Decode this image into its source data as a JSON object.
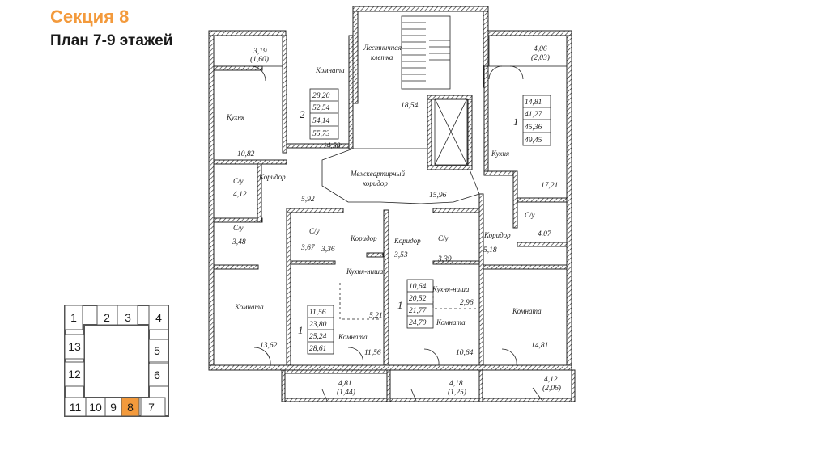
{
  "header": {
    "title": "Секция 8",
    "subtitle": "План 7-9 этажей"
  },
  "plan": {
    "rooms": {
      "balcony_tl_area": "3,19",
      "balcony_tl_sub": "(1,60)",
      "kitchen_left": "Кухня",
      "kitchen_left_area": "10,82",
      "room_top_left": "Комната",
      "room_top_left_area": "14,58",
      "stair_label_1": "Лестничная",
      "stair_label_2": "клетка",
      "stair_area": "18,54",
      "balcony_tr_area": "4,06",
      "balcony_tr_sub": "(2,03)",
      "kitchen_right": "Кухня",
      "kitchen_right_area": "17,21",
      "corridor_left": "Коридор",
      "corridor_left_area": "5,92",
      "bath_left_top": "С/у",
      "bath_left_top_area": "4,12",
      "bath_left_bot": "С/у",
      "bath_left_bot_area": "3,48",
      "hall_1": "Межквартирный",
      "hall_2": "коридор",
      "hall_area": "15,96",
      "bath_right": "С/у",
      "bath_right_area": "4.07",
      "corridor_right": "Коридор",
      "corridor_right_area": "5,18",
      "bath_mid_l": "С/у",
      "bath_mid_l_area": "3,67",
      "corr_mid_l": "Коридор",
      "corr_mid_l_area": "3,36",
      "corr_mid_r": "Коридор",
      "corr_mid_r_area": "3,53",
      "bath_mid_r": "С/у",
      "bath_mid_r_area": "3,39",
      "kn_l": "Кухня-ниша",
      "kn_l_area": "5,21",
      "kn_r": "Кухня-ниша",
      "kn_r_area": "2,96",
      "room_left_big": "Комната",
      "room_left_big_area": "13,62",
      "room_mid_l": "Комната",
      "room_mid_l_area": "11,56",
      "room_mid_r": "Комната",
      "room_mid_r_area": "10,64",
      "room_right_big": "Комната",
      "room_right_big_area": "14,81",
      "balc_b1_area": "4,81",
      "balc_b1_sub": "(1,44)",
      "balc_b2_area": "4,18",
      "balc_b2_sub": "(1,25)",
      "balc_b3_area": "4,12",
      "balc_b3_sub": "(2,06)"
    },
    "apartments": [
      {
        "rooms": "2",
        "areas": [
          "28,20",
          "52,54",
          "54,14",
          "55,73"
        ]
      },
      {
        "rooms": "1",
        "areas": [
          "14,81",
          "41,27",
          "45,36",
          "49,45"
        ]
      },
      {
        "rooms": "1",
        "areas": [
          "11,56",
          "23,80",
          "25,24",
          "28,61"
        ]
      },
      {
        "rooms": "1",
        "areas": [
          "10,64",
          "20,52",
          "21,77",
          "24,70"
        ]
      }
    ]
  },
  "key_plan": {
    "sections": [
      "1",
      "2",
      "3",
      "4",
      "5",
      "6",
      "7",
      "8",
      "9",
      "10",
      "11",
      "12",
      "13"
    ],
    "active": "8",
    "active_color": "#f39a3c"
  }
}
